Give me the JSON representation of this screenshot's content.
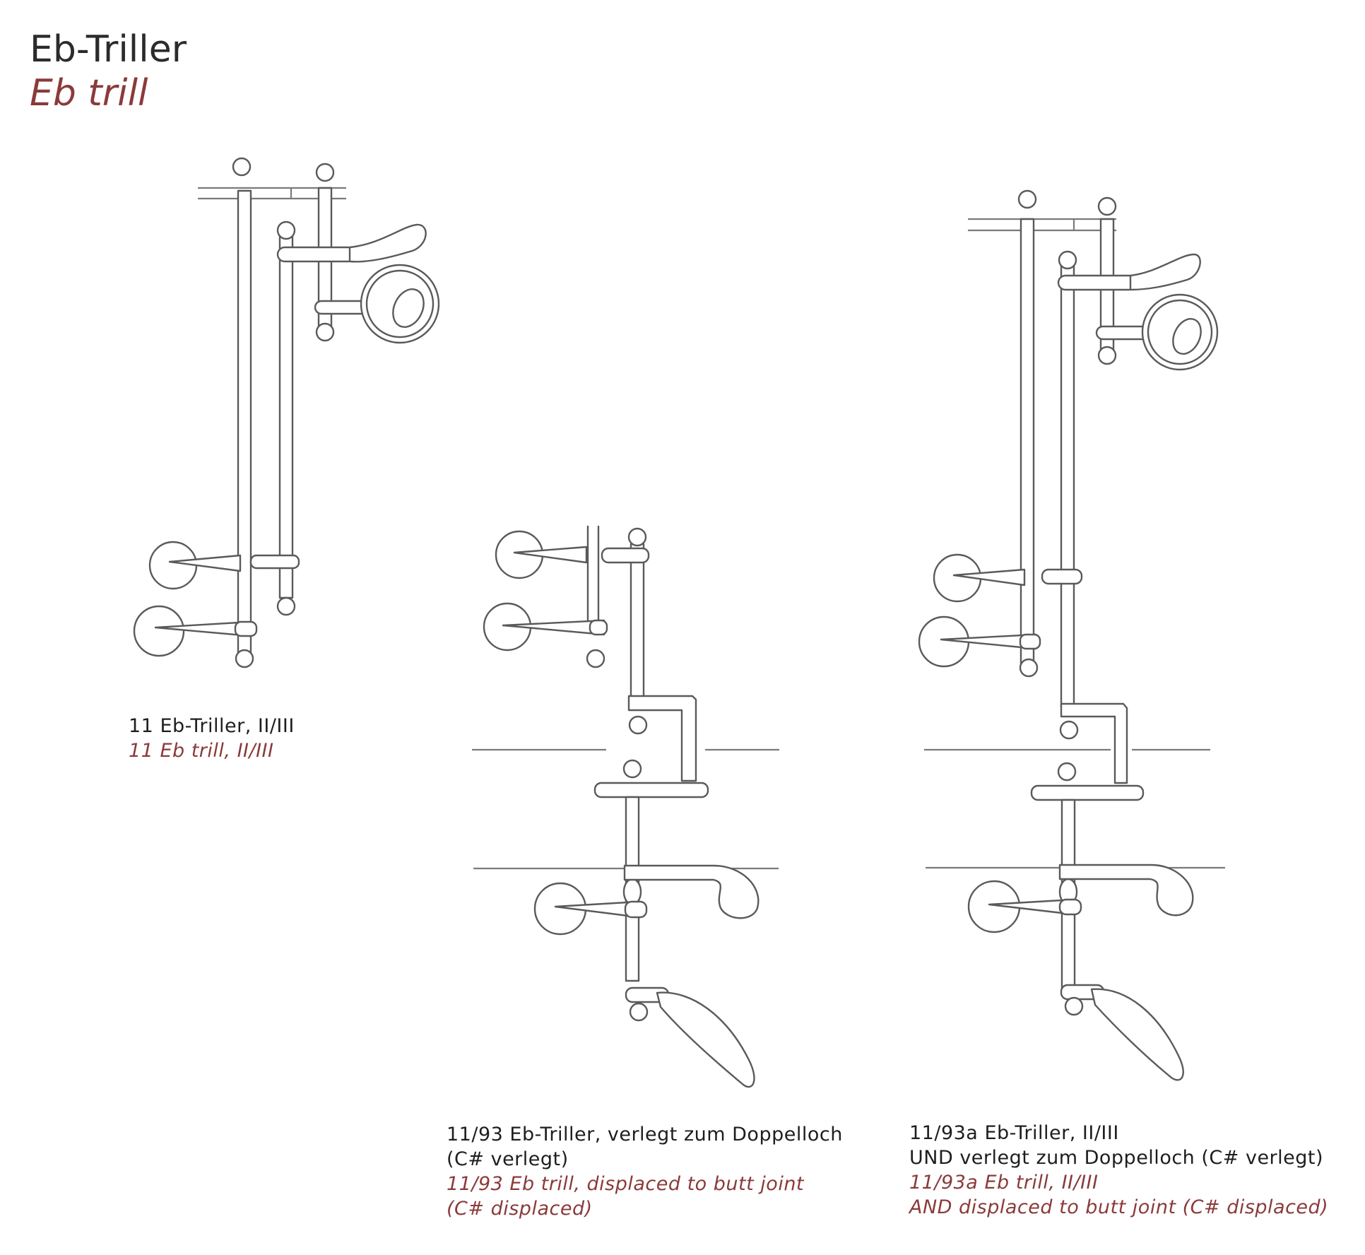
{
  "header": {
    "title": "Eb-Triller",
    "subtitle": "Eb trill"
  },
  "figures": [
    {
      "caption_de": [
        "11 Eb-Triller, II/III"
      ],
      "caption_en": [
        "11 Eb trill, II/III"
      ]
    },
    {
      "caption_de": [
        "11/93 Eb-Triller, verlegt zum Doppelloch",
        "(C# verlegt)"
      ],
      "caption_en": [
        "11/93 Eb trill, displaced to butt joint",
        "(C# displaced)"
      ]
    },
    {
      "caption_de": [
        "11/93a Eb-Triller, II/III",
        "UND verlegt zum Doppelloch (C# verlegt)"
      ],
      "caption_en": [
        "11/93a Eb trill, II/III",
        "AND displaced to butt joint (C# displaced)"
      ]
    }
  ],
  "colors": {
    "text": "#1e1e1e",
    "accent": "#8b3a3a",
    "line": "#5a5a5a"
  }
}
